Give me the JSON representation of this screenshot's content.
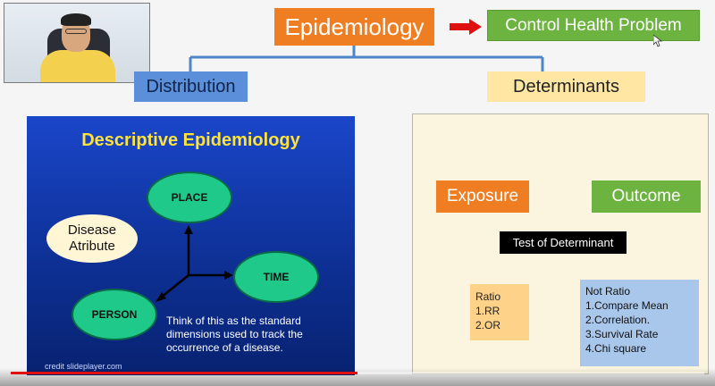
{
  "concept_map": {
    "root": "Epidemiology",
    "goal": "Control Health Problem",
    "branch_left": "Distribution",
    "branch_right": "Determinants",
    "colors": {
      "orange": "#ef7d22",
      "green": "#6db33f",
      "blue": "#5b8fd9",
      "yellow": "#ffe7a3",
      "red_arrow": "#e01010"
    }
  },
  "descriptive_slide": {
    "title": "Descriptive Epidemiology",
    "place": "PLACE",
    "time": "TIME",
    "person": "PERSON",
    "disease_line1": "Disease",
    "disease_line2": "Atribute",
    "note": "Think of this as the standard dimensions used to track the occurrence of a disease.",
    "credit": "credit  slideplayer.com"
  },
  "determinants_panel": {
    "exposure": "Exposure",
    "outcome": "Outcome",
    "test": "Test of Determinant",
    "ratio_title": "Ratio",
    "ratio_items": [
      "1.RR",
      "2.OR"
    ],
    "not_ratio_title": "Not Ratio",
    "not_ratio_items": [
      "1.Compare Mean",
      "2.Correlation.",
      "3.Survival Rate",
      "4.Chi square"
    ]
  },
  "player": {
    "progress_fraction": 0.5
  }
}
